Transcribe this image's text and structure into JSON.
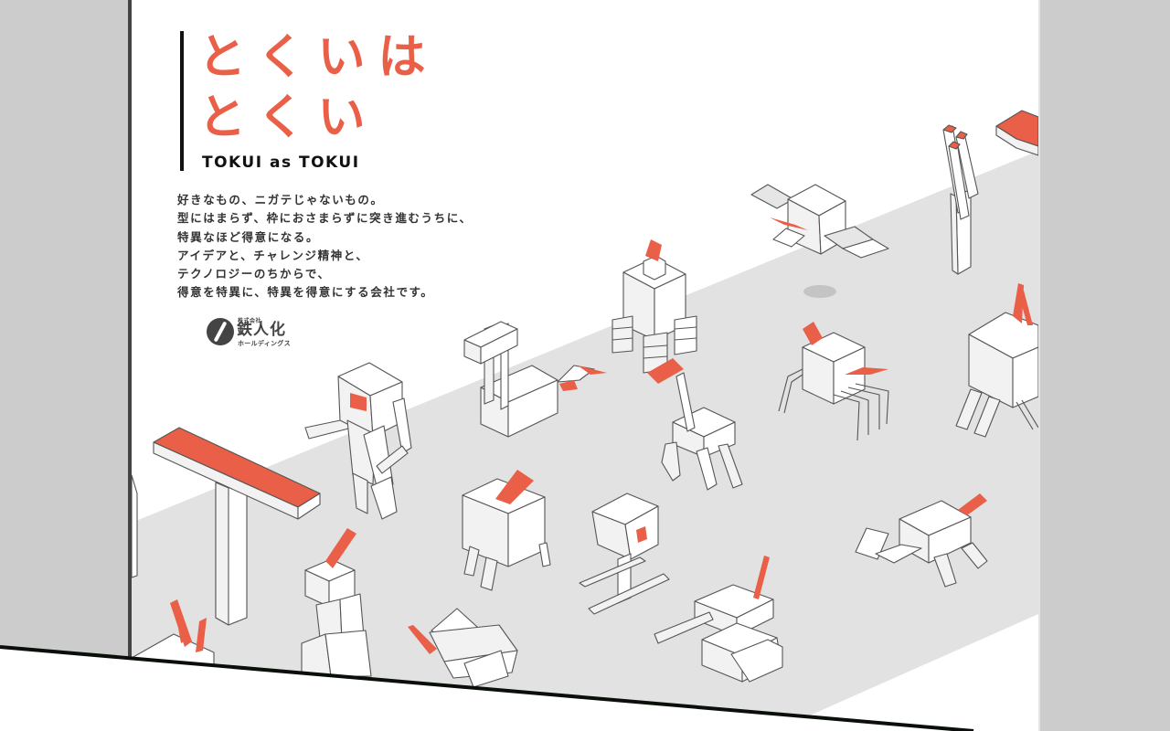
{
  "hero": {
    "title_line1": "とくいは",
    "title_line2": "とくい",
    "subtitle": "TOKUI as TOKUI"
  },
  "copy": {
    "lines": [
      "好きなもの、ニガテじゃないもの。",
      "型にはまらず、枠におさまらずに突き進むうちに、",
      "特異なほど得意になる。",
      "アイデアと、チャレンジ精神と、",
      "テクノロジーのちからで、",
      "得意を特異に、特異を得意にする会社です。"
    ]
  },
  "logo": {
    "kabushiki": "株式会社",
    "name": "鉄人化",
    "holdings": "ホールディングス"
  },
  "colors": {
    "accent": "#ea5f47",
    "text_dark": "#111111",
    "body_text": "#333333",
    "side_panel": "#cccccc",
    "floor_band": "#e2e2e2",
    "outline": "#555555"
  },
  "illustration": {
    "description": "Isometric blocky robots on a diagonal gray floor",
    "objects": [
      "t-shaped-bench",
      "humanoid-robot",
      "periscope-robot",
      "stacked-leg-robot",
      "flying-winged-cube",
      "tall-pillar-sculpture",
      "orange-slab-top-right",
      "walking-leg-robot",
      "spider-cube-robot",
      "big-cube-walker",
      "cube-on-legs",
      "monitor-head-robot",
      "crawling-robot",
      "stacked-box-totem",
      "tumbling-box",
      "tank-robot",
      "small-v-sculpture"
    ]
  }
}
